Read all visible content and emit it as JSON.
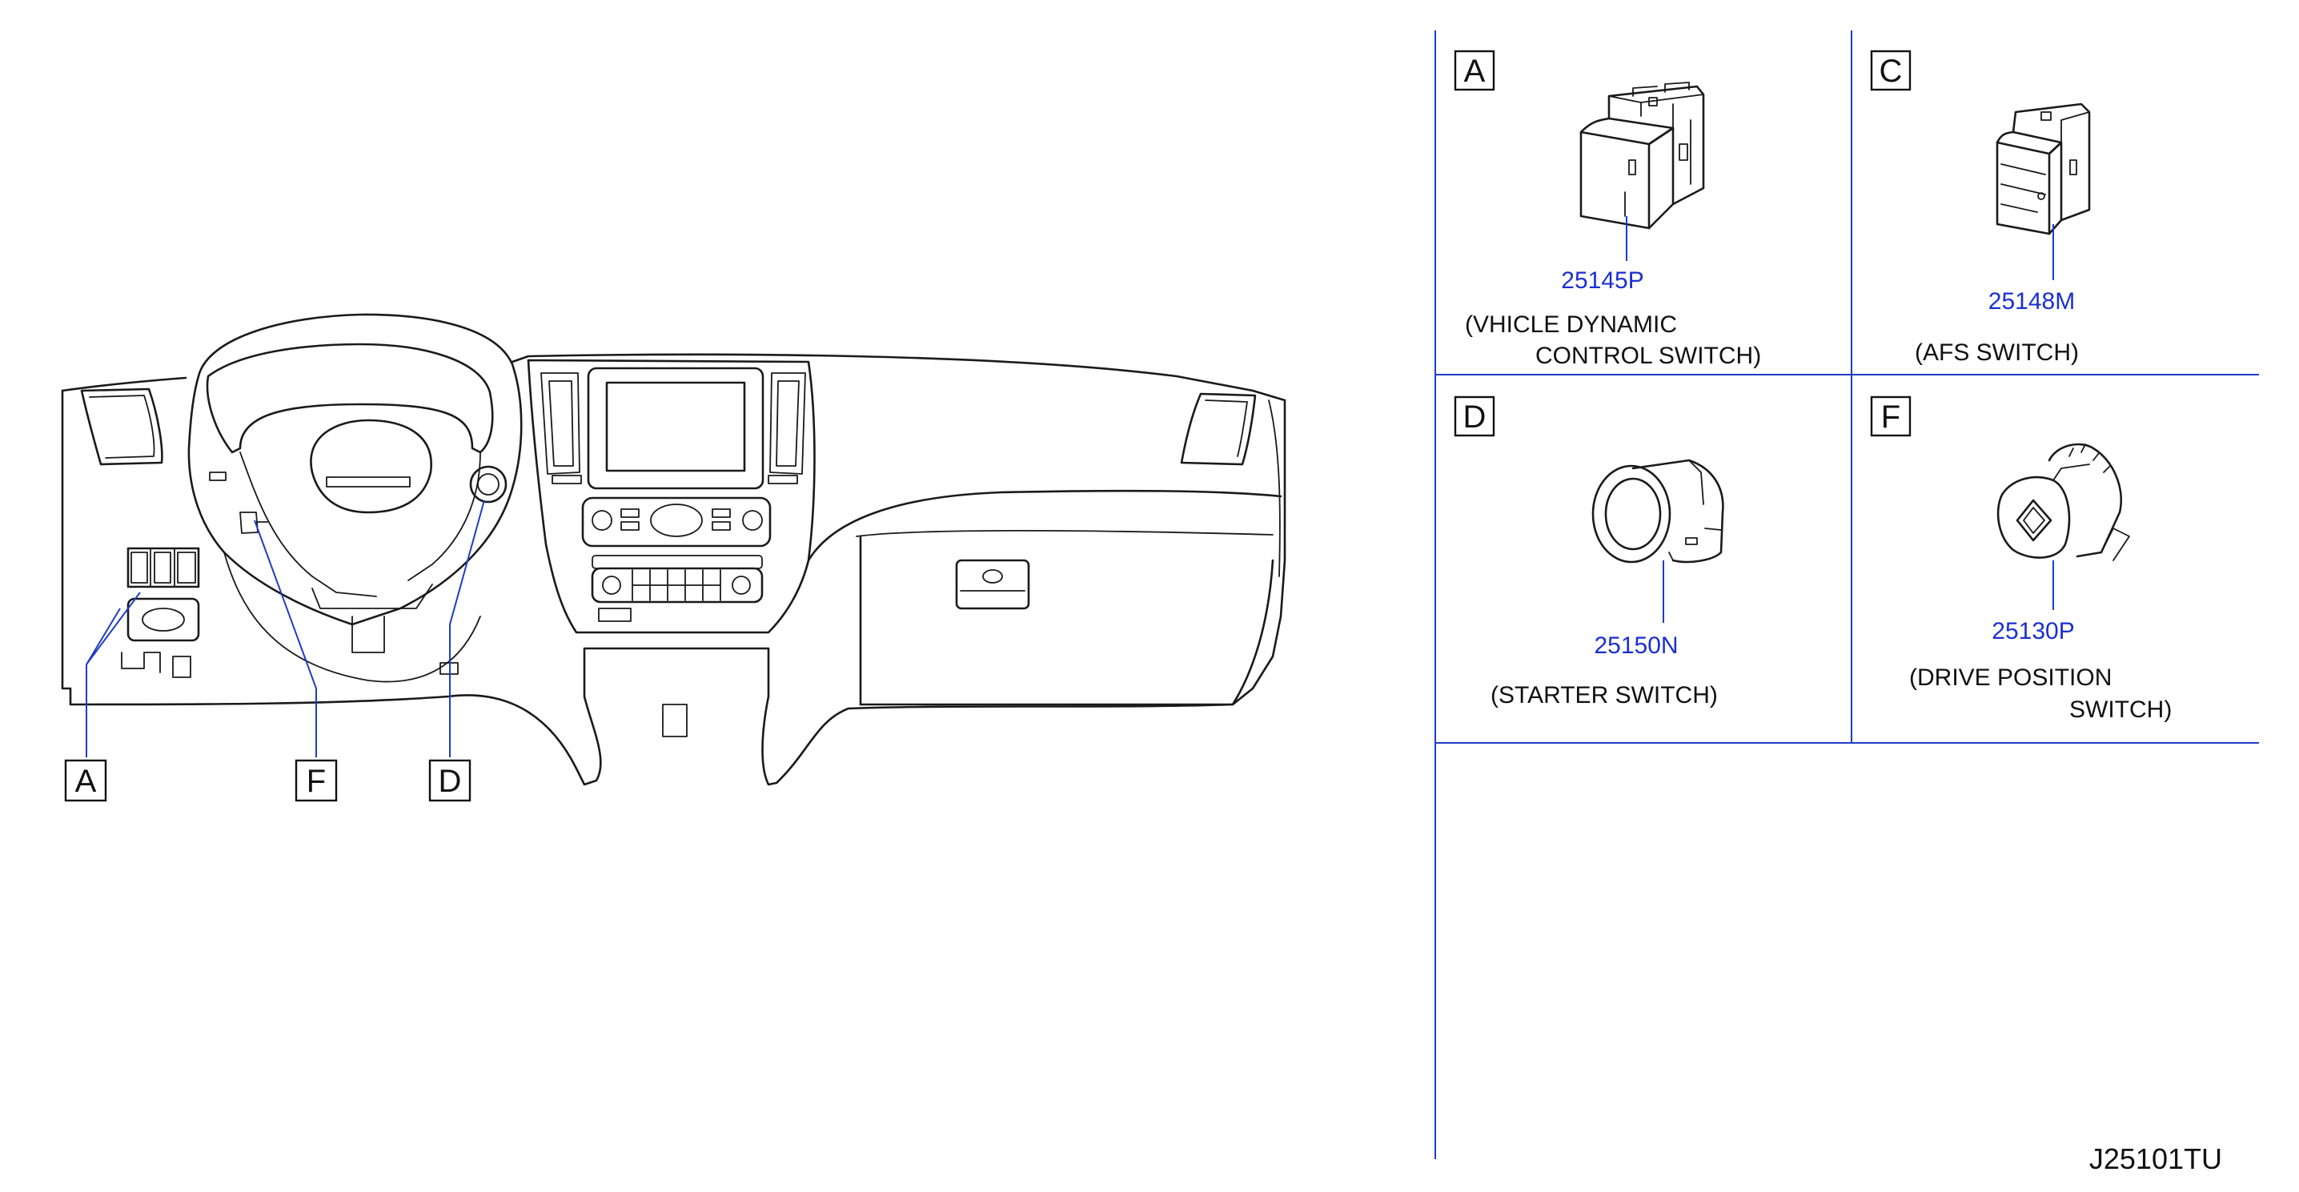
{
  "diagram": {
    "callouts": [
      {
        "id": "A",
        "label": "A"
      },
      {
        "id": "F",
        "label": "F"
      },
      {
        "id": "D",
        "label": "D"
      }
    ],
    "panels": [
      {
        "id": "A",
        "label": "A",
        "part_number": "25145P",
        "desc_line1": "(VHICLE   DYNAMIC",
        "desc_line2": "CONTROL   SWITCH)"
      },
      {
        "id": "C",
        "label": "C",
        "part_number": "25148M",
        "desc_line1": "(AFS   SWITCH)",
        "desc_line2": ""
      },
      {
        "id": "D",
        "label": "D",
        "part_number": "25150N",
        "desc_line1": "(STARTER   SWITCH)",
        "desc_line2": ""
      },
      {
        "id": "F",
        "label": "F",
        "part_number": "25130P",
        "desc_line1": "(DRIVE   POSITION",
        "desc_line2": "SWITCH)"
      }
    ],
    "diagram_code": "J25101TU",
    "colors": {
      "leader": "#1f3cc6",
      "part_number": "#1a2fd0",
      "line": "#1a1a1a"
    }
  }
}
